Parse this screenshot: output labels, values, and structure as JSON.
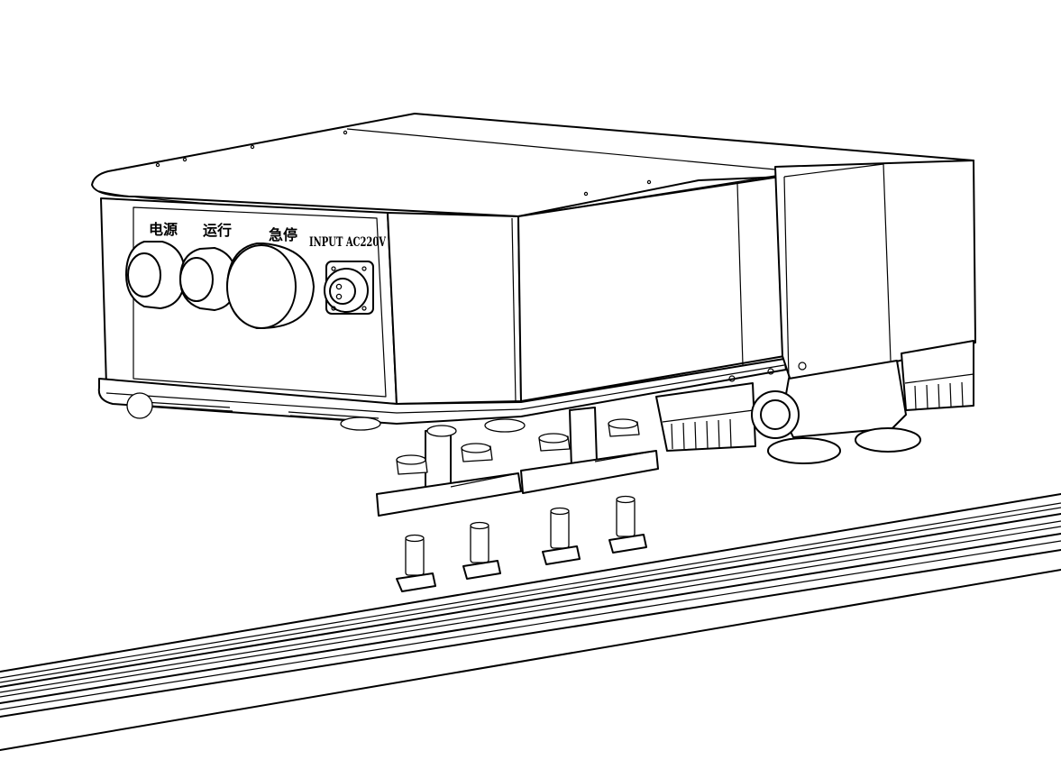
{
  "labels": {
    "power": "电源",
    "run": "运行",
    "estop": "急停",
    "input": "INPUT AC220V"
  },
  "colors": {
    "line": "#000000",
    "background": "#ffffff"
  }
}
